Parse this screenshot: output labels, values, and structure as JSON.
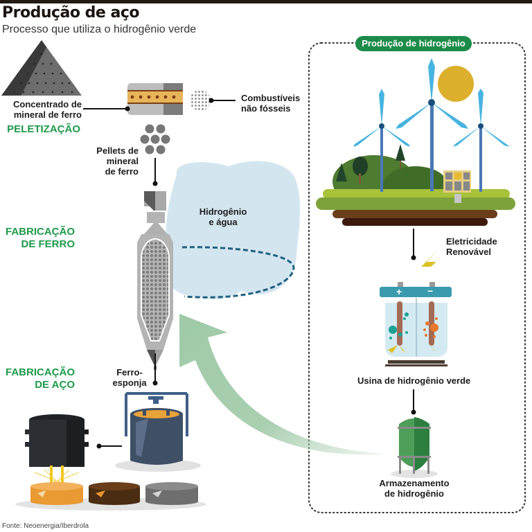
{
  "header": {
    "title": "Produção de aço",
    "subtitle": "Processo que utiliza o hidrogênio verde"
  },
  "stages": {
    "pelletizing": "PELETIZAÇÃO",
    "iron_making_line1": "FABRICAÇÃO",
    "iron_making_line2": "DE FERRO",
    "steel_making_line1": "FABRICAÇÃO",
    "steel_making_line2": "DE AÇO"
  },
  "labels": {
    "iron_ore_concentrate_line1": "Concentrado de",
    "iron_ore_concentrate_line2": "mineral de ferro",
    "non_fossil_fuels_line1": "Combustíveis",
    "non_fossil_fuels_line2": "não fósseis",
    "pellets_line1": "Pellets de",
    "pellets_line2": "mineral",
    "pellets_line3": "de ferro",
    "hydrogen_water_line1": "Hidrogênio",
    "hydrogen_water_line2": "e água",
    "sponge_iron_line1": "Ferro-",
    "sponge_iron_line2": "esponja",
    "renewable_electricity_line1": "Eletricidade",
    "renewable_electricity_line2": "Renovável",
    "green_hydrogen_plant": "Usina de hidrogênio verde",
    "hydrogen_storage_line1": "Armazenamento",
    "hydrogen_storage_line2": "de hidrogênio",
    "electrode_plus": "+",
    "electrode_minus": "−"
  },
  "hydrogen_panel": {
    "title": "Produção de hidrogênio"
  },
  "colors": {
    "stage_green": "#1f9a4b",
    "pill_green": "#1d8b4a",
    "arrow_green": "#9fcaa8",
    "cloud_blue": "#d3e6f0",
    "dashed_blue": "#1f5f80",
    "sun": "#dcb02c",
    "turbine_blue": "#47b4e0"
  },
  "footer": {
    "source": "Fonte: Neoenergia/Iberdrola"
  }
}
